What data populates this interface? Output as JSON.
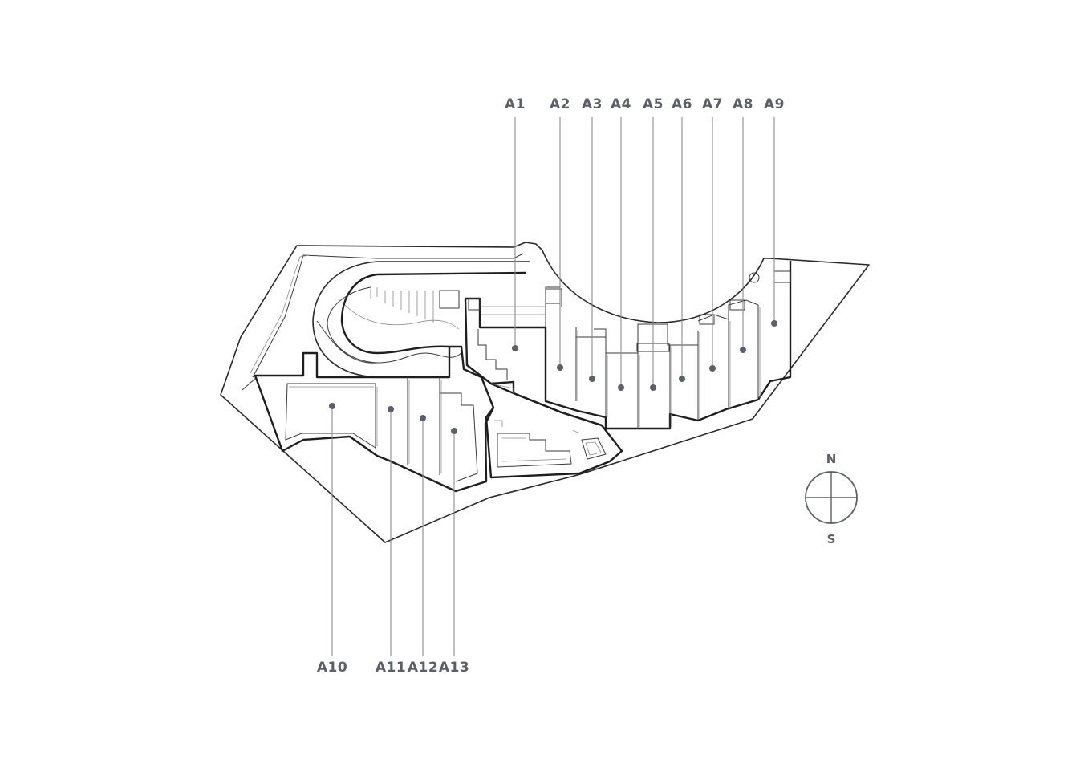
{
  "units_top": [
    {
      "id": "A1",
      "label": "A1"
    },
    {
      "id": "A2",
      "label": "A2"
    },
    {
      "id": "A3",
      "label": "A3"
    },
    {
      "id": "A4",
      "label": "A4"
    },
    {
      "id": "A5",
      "label": "A5"
    },
    {
      "id": "A6",
      "label": "A6"
    },
    {
      "id": "A7",
      "label": "A7"
    },
    {
      "id": "A8",
      "label": "A8"
    },
    {
      "id": "A9",
      "label": "A9"
    }
  ],
  "units_bottom": [
    {
      "id": "A10",
      "label": "A10"
    },
    {
      "id": "A11",
      "label": "A11"
    },
    {
      "id": "A12",
      "label": "A12"
    },
    {
      "id": "A13",
      "label": "A13"
    }
  ],
  "compass": {
    "north": "N",
    "south": "S"
  },
  "colors": {
    "label": "#5b5f66",
    "linework": "#2a2a2a",
    "background": "#ffffff"
  }
}
